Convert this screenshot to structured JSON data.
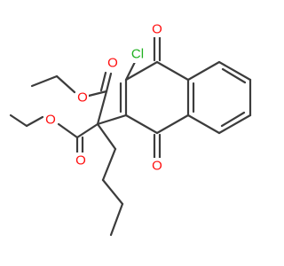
{
  "molecule": {
    "atom_labels": {
      "chlorine": "Cl",
      "oxygen_1": "O",
      "oxygen_2": "O",
      "oxygen_3": "O",
      "oxygen_4": "O",
      "oxygen_5": "O",
      "oxygen_6": "O"
    },
    "colors": {
      "bond": "#3c3c3c",
      "oxygen": "#ff0d0d",
      "chlorine": "#1fb01f",
      "background": "#ffffff"
    }
  }
}
